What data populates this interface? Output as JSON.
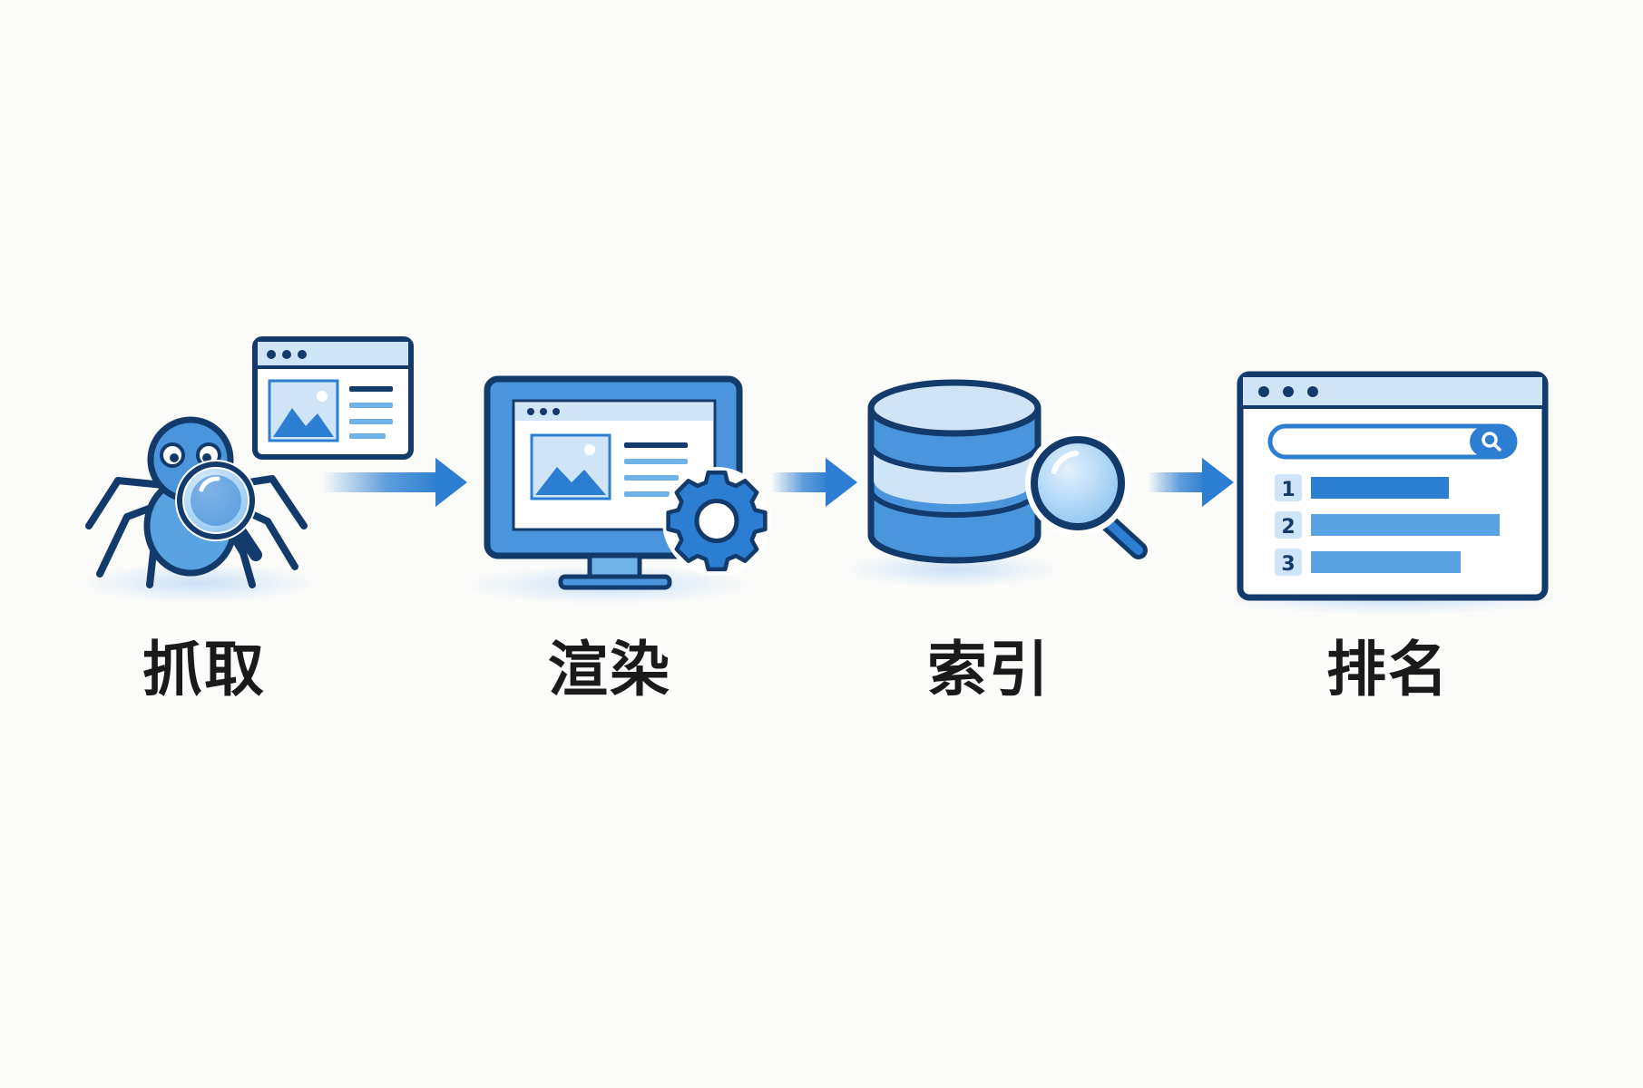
{
  "steps": [
    {
      "label": "抓取",
      "icon": "spider-crawler-icon"
    },
    {
      "label": "渲染",
      "icon": "monitor-gear-icon"
    },
    {
      "label": "索引",
      "icon": "database-search-icon"
    },
    {
      "label": "排名",
      "icon": "search-results-ranking-icon"
    }
  ],
  "ranking": {
    "ranks": [
      "1",
      "2",
      "3"
    ]
  },
  "colors": {
    "primary": "#2b7ed1",
    "dark_outline": "#123a6b",
    "light_fill": "#cfe4f7",
    "mid_fill": "#6fb2e8",
    "label": "#1a1a1a",
    "background": "#fbfbf9"
  }
}
